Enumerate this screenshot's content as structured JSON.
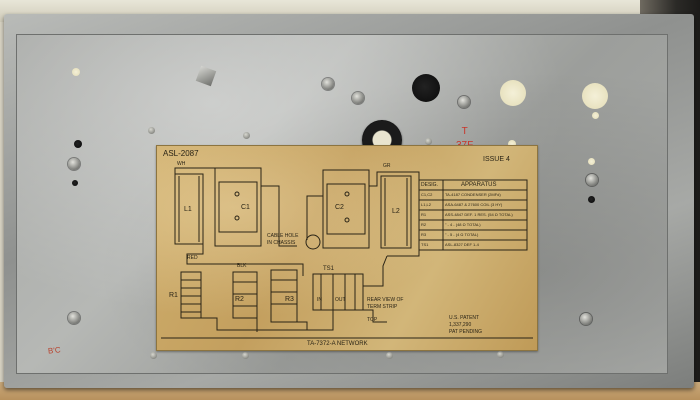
{
  "scene": {
    "description_marks": {
      "red_top": [
        "T",
        "37F"
      ],
      "red_bottom": "B'C"
    }
  },
  "decal": {
    "part_number": "ASL-2087",
    "issue": "ISSUE 4",
    "title": "TA-7372-A NETWORK",
    "patent_line1": "U.S. PATENT",
    "patent_line2": "1,337,290",
    "patent_line3": "PAT PENDING",
    "cable_hole_label_1": "CABLE HOLE",
    "cable_hole_label_2": "IN CHASSIS",
    "rear_view_label_1": "REAR VIEW OF",
    "rear_view_label_2": "TERM STRIP",
    "top_label": "TOP",
    "components": {
      "l1": "L1",
      "c1": "C1",
      "c2": "C2",
      "l2": "L2",
      "r1": "R1",
      "r2": "R2",
      "r3": "R3",
      "ts1": "TS1",
      "wire_wh": "WH",
      "wire_gr": "GR",
      "wire_red": "RED",
      "wire_blk": "BLK",
      "wire_in": "IN",
      "wire_out": "OUT"
    },
    "apparatus_table": {
      "header_left": "DESIG.",
      "header_right": "APPARATUS",
      "rows": [
        [
          "C1,C2",
          "TA-4187 CONDENSER (2MFd)"
        ],
        [
          "L1,L2",
          "ASA-6487 & 27600 COIL (3 HY)"
        ],
        [
          "R1",
          "ASS-4847 DEF. 1 RES. (54 Ω TOTAL)"
        ],
        [
          "R2",
          "\" - 4 - (48 Ω TOTAL)"
        ],
        [
          "R3",
          "\" - 5 - (4 Ω TOTAL)"
        ],
        [
          "TS1",
          "ASL-8327 DEF 1-4"
        ]
      ]
    }
  }
}
